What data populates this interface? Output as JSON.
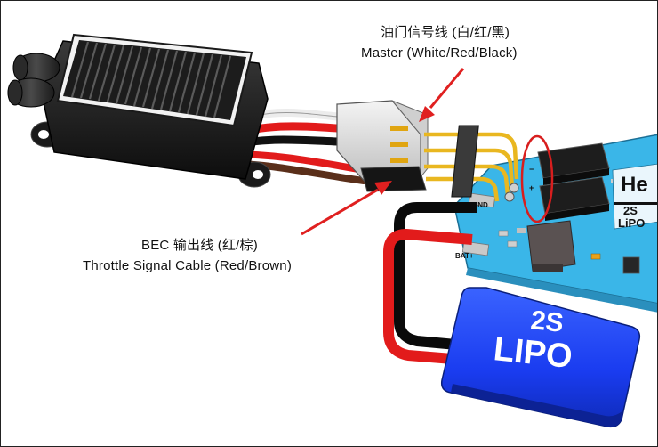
{
  "labels": {
    "master_cn": "油门信号线 (白/红/黑)",
    "master_en": "Master  (White/Red/Black)",
    "bec_cn": "BEC 输出线 (红/棕)",
    "bec_en": "Throttle Signal Cable (Red/Brown)"
  },
  "board": {
    "brand_partial": "He",
    "voltage_partial": "2S",
    "chem_partial": "LiPO",
    "gnd_pad": "GND",
    "bat_pad": "BAT+",
    "minus_sign": "−",
    "plus_sign": "+"
  },
  "battery": {
    "line1": "2S",
    "line2": "LIPO"
  },
  "colors": {
    "arrow": "#e02020",
    "board": "#3ab6e8",
    "battery": "#1a3cf0",
    "wire_red": "#e21b1b",
    "wire_black": "#111111",
    "highlight_ellipse": "#d81e1e"
  }
}
